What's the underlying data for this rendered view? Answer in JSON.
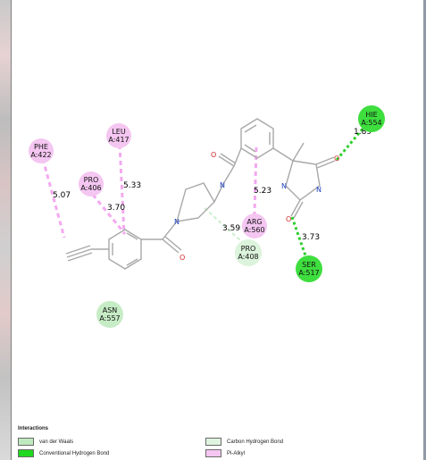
{
  "residues": [
    {
      "id": "phe422",
      "name": "PHE",
      "num": "A:422",
      "type": "pi-alkyl"
    },
    {
      "id": "leu417",
      "name": "LEU",
      "num": "A:417",
      "type": "pi-alkyl"
    },
    {
      "id": "pro406",
      "name": "PRO",
      "num": "A:406",
      "type": "pi-alkyl"
    },
    {
      "id": "arg560",
      "name": "ARG",
      "num": "A:560",
      "type": "pi-alkyl"
    },
    {
      "id": "pro408",
      "name": "PRO",
      "num": "A:408",
      "type": "carbon-hydrogen-bond"
    },
    {
      "id": "hie554",
      "name": "HIE",
      "num": "A:554",
      "type": "conventional-hydrogen-bond"
    },
    {
      "id": "ser517",
      "name": "SER",
      "num": "A:517",
      "type": "conventional-hydrogen-bond"
    },
    {
      "id": "asn557",
      "name": "ASN",
      "num": "A:557",
      "type": "van-der-waals"
    }
  ],
  "distances": [
    "5.07",
    "5.33",
    "3.70",
    "5.23",
    "3.59",
    "1.89",
    "3.73"
  ],
  "atoms": {
    "oxygen": "O",
    "nitrogen": "N"
  },
  "colors": {
    "van_der_waals": "#bfeabf",
    "conventional_hydrogen_bond": "#3fdc3f",
    "carbon_hydrogen_bond": "#d9f2d9",
    "pi_alkyl": "#f2b8f0",
    "bond": "#a8a8a8"
  },
  "legend": {
    "title": "Interactions",
    "items": [
      {
        "label": "van der Waals",
        "color": "#bfeabf"
      },
      {
        "label": "Conventional Hydrogen Bond",
        "color": "#1fd81f"
      },
      {
        "label": "Carbon Hydrogen Bond",
        "color": "#dff4df"
      },
      {
        "label": "Pi-Alkyl",
        "color": "#f4c6f1"
      }
    ]
  }
}
